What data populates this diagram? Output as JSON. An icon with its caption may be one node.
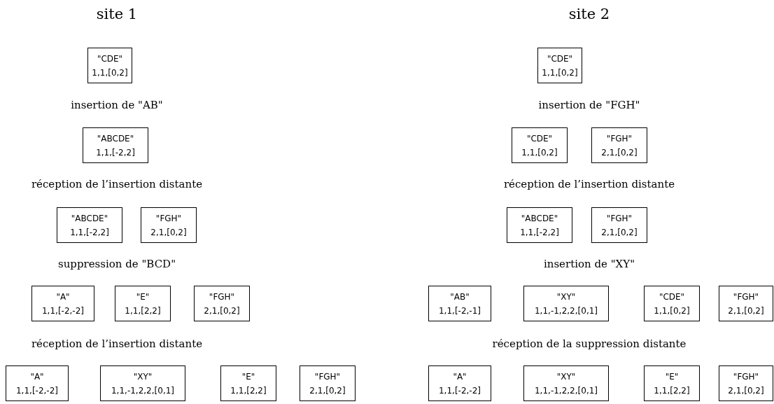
{
  "diagram": {
    "nodes": [
      {
        "text": [
          "\"CDE\"",
          "1,1,[0,2]"
        ]
      },
      {
        "text": [
          "\"ABCDE\"",
          "1,1,[-2,2]"
        ]
      },
      {
        "text": [
          "\"ABCDE\"",
          "1,1,[-2,2]"
        ]
      },
      {
        "text": [
          "\"FGH\"",
          "2,1,[0,2]"
        ]
      },
      {
        "text": [
          "\"A\"",
          "1,1,[-2,-2]"
        ]
      },
      {
        "text": [
          "\"E\"",
          "1,1,[2,2]"
        ]
      },
      {
        "text": [
          "\"FGH\"",
          "2,1,[0,2]"
        ]
      },
      {
        "text": [
          "\"A\"",
          "1,1,[-2,-2]"
        ]
      },
      {
        "text": [
          "\"XY\"",
          "1,1,-1,2,2,[0,1]"
        ]
      },
      {
        "text": [
          "\"E\"",
          "1,1,[2,2]"
        ]
      },
      {
        "text": [
          "\"FGH\"",
          "2,1,[0,2]"
        ]
      },
      {
        "text": [
          "\"CDE\"",
          "1,1,[0,2]"
        ]
      },
      {
        "text": [
          "\"CDE\"",
          "1,1,[0,2]"
        ]
      },
      {
        "text": [
          "\"FGH\"",
          "2,1,[0,2]"
        ]
      },
      {
        "text": [
          "\"ABCDE\"",
          "1,1,[-2,2]"
        ]
      },
      {
        "text": [
          "\"FGH\"",
          "2,1,[0,2]"
        ]
      },
      {
        "text": [
          "\"AB\"",
          "1,1,[-2,-1]"
        ]
      },
      {
        "text": [
          "\"XY\"",
          "1,1,-1,2,2,[0,1]"
        ]
      },
      {
        "text": [
          "\"CDE\"",
          "1,1,[0,2]"
        ]
      },
      {
        "text": [
          "\"FGH\"",
          "2,1,[0,2]"
        ]
      },
      {
        "text": [
          "\"A\"",
          "1,1,[-2,-2]"
        ]
      },
      {
        "text": [
          "\"XY\"",
          "1,1,-1,2,2,[0,1]"
        ]
      },
      {
        "text": [
          "\"E\"",
          "1,1,[2,2]"
        ]
      },
      {
        "text": [
          "\"FGH\"",
          "2,1,[0,2]"
        ]
      }
    ],
    "edges": [],
    "labels": [
      "site 1",
      "insertion de \"AB\"",
      "réception de l’insertion distante",
      "suppression de \"BCD\"",
      "réception de l’insertion distante",
      "site 2",
      "insertion de \"FGH\"",
      "réception de l’insertion distante",
      "insertion de \"XY\"",
      "réception de la suppression distante"
    ]
  }
}
